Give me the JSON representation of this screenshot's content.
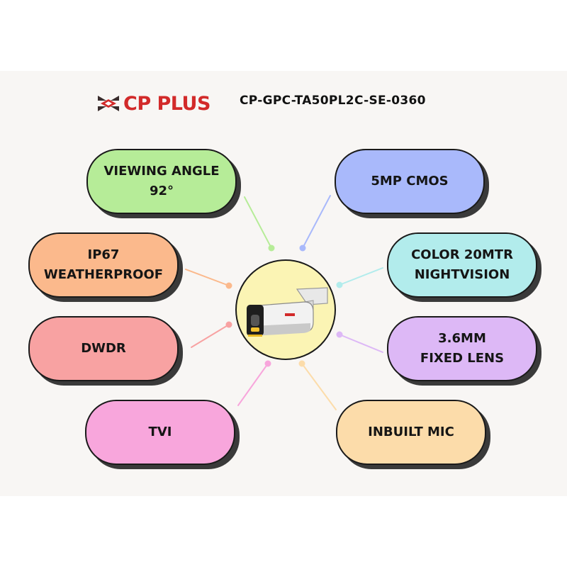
{
  "brand": {
    "name": "CP PLUS",
    "logo": "cp-plus-chevron-logo"
  },
  "model": "CP-GPC-TA50PL2C-SE-0360",
  "features": {
    "viewing_angle": {
      "line1": "VIEWING ANGLE",
      "line2": "92°",
      "color": "#b6ec98"
    },
    "sensor": {
      "line1": "5MP CMOS",
      "color": "#a9b9fb"
    },
    "weatherproof": {
      "line1": "IP67",
      "line2": "WEATHERPROOF",
      "color": "#fbb98c"
    },
    "nightvision": {
      "line1": "COLOR 20MTR",
      "line2": "NIGHTVISION",
      "color": "#b2ecec"
    },
    "dwdr": {
      "line1": "DWDR",
      "color": "#f8a2a2"
    },
    "lens": {
      "line1": "3.6MM",
      "line2": "FIXED LENS",
      "color": "#ddb8f6"
    },
    "tvi": {
      "line1": "TVI",
      "color": "#f8a6dc"
    },
    "mic": {
      "line1": "INBUILT MIC",
      "color": "#fcdcaa"
    }
  },
  "center": {
    "color": "#fbf4b4",
    "icon": "bullet-camera-icon"
  }
}
